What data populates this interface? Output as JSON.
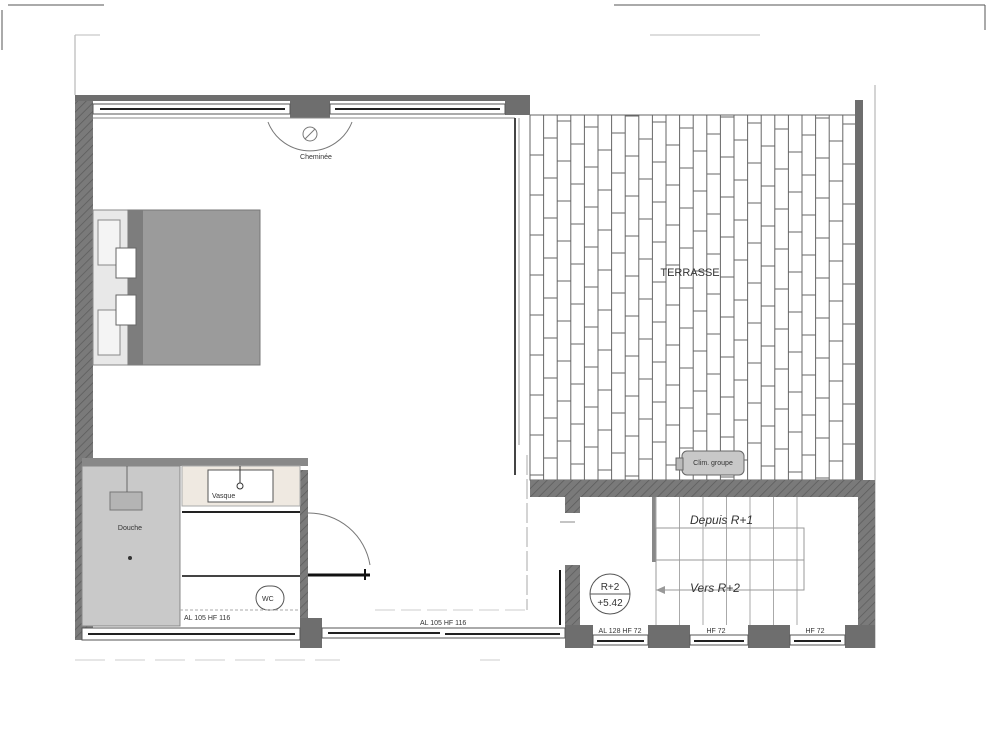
{
  "plan": {
    "rooms": {
      "terrace": "TERRASSE",
      "fireplace": "Cheminée",
      "shower": "Douche",
      "basin": "Vasque",
      "wc": "WC",
      "ac_unit": "Clim. groupe"
    },
    "stairs": {
      "from_label": "Depuis R+1",
      "to_label": "Vers R+2",
      "level": "R+2",
      "elevation": "+5.42"
    },
    "windows": {
      "bathroom": "AL 105 HF 116",
      "bedroom": "AL 105 HF 116",
      "stair_1": "AL 128 HF 72",
      "stair_2": "HF 72",
      "stair_3": "HF 72"
    },
    "colors": {
      "wall": "#6e6e6e",
      "shower": "#c9c9c9",
      "counter": "#efe9e1",
      "bed": "#9b9b9b"
    }
  }
}
